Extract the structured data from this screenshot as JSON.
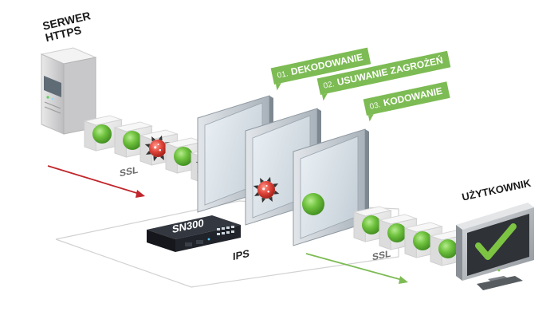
{
  "labels": {
    "server": "SERWER\nHTTPS",
    "ssl_left": "SSL",
    "ssl_right": "SSL",
    "ips": "IPS",
    "user": "UŻYTKOWNIK"
  },
  "device": {
    "model": "SN300"
  },
  "steps": [
    {
      "num": "01.",
      "text": "DEKODOWANIE"
    },
    {
      "num": "02.",
      "text": "USUWANIE ZAGROŻEŃ"
    },
    {
      "num": "03.",
      "text": "KODOWANIE"
    }
  ],
  "icons": {
    "server": "server-tower-icon",
    "device": "network-appliance-icon",
    "monitor": "monitor-check-icon",
    "clean_packet": "green-sphere-packet-icon",
    "threat_packet": "red-virus-packet-icon"
  },
  "colors": {
    "accent_green": "#7dbb54",
    "threat_red": "#d9443b",
    "incoming_arrow": "#c0262b",
    "outgoing_arrow": "#7dbb54",
    "device_body": "#1c1f26"
  }
}
